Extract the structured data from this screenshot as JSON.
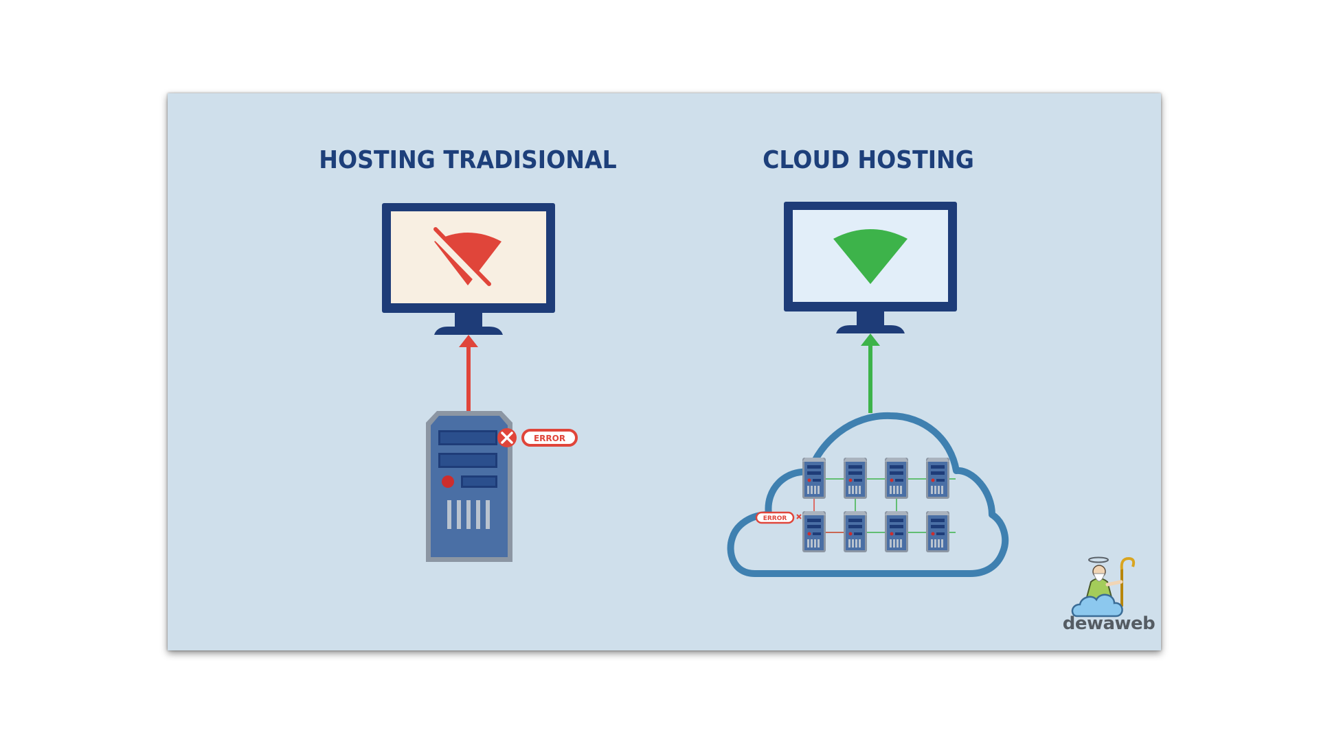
{
  "titles": {
    "left": "HOSTING TRADISIONAL",
    "right": "CLOUD HOSTING"
  },
  "labels": {
    "error_left": "ERROR",
    "error_cloud": "ERROR"
  },
  "brand": {
    "name": "dewaweb"
  },
  "icons": {
    "left_monitor": "wifi-off-icon",
    "right_monitor": "wifi-icon"
  },
  "colors": {
    "background": "#cfdfeb",
    "title": "#1d3f7a",
    "monitor_frame": "#1e3c78",
    "error_red": "#e0453a",
    "ok_green": "#3db34a",
    "cloud_outline": "#3f80b0",
    "server_blue": "#4a6fa5"
  }
}
